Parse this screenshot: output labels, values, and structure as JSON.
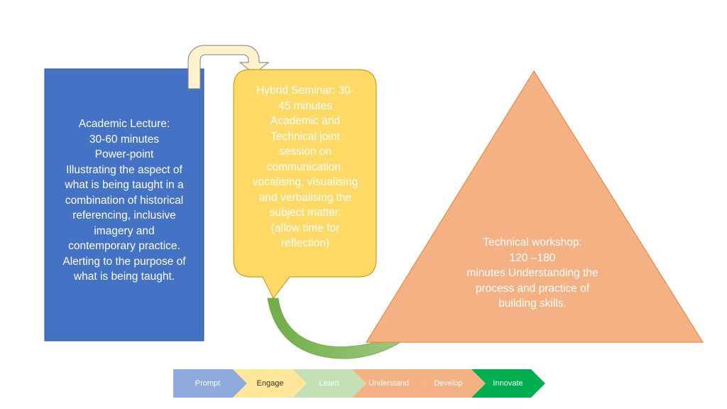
{
  "lecture": {
    "lines": [
      "Academic Lecture:",
      "30-60 minutes",
      "Power-point",
      "Illustrating the aspect of",
      "what is being taught in a",
      "combination of historical",
      "referencing, inclusive",
      "imagery and",
      "contemporary practice.",
      "Alerting to the purpose of",
      "what is being taught."
    ],
    "color": "#4472C4"
  },
  "seminar": {
    "lines": [
      "Hybrid Seminar: 30-",
      "45 minutes",
      "Academic and",
      "Technical joint",
      "session on",
      "communication.",
      "vocalising, visualising",
      "and verbalising the",
      "subject matter.",
      "(allow time for",
      "reflection)"
    ],
    "color": "#FFD966"
  },
  "workshop": {
    "lines": [
      "Technical workshop:",
      "120 –180",
      "minutes Understanding the",
      "process and practice of",
      "building skills."
    ],
    "color": "#F4B183"
  },
  "process_steps": [
    {
      "label": "Prompt",
      "fill": "#8FAADC",
      "text_color": "#ffffff"
    },
    {
      "label": "Engage",
      "fill": "#FFE699",
      "text_color": "#333333"
    },
    {
      "label": "Learn",
      "fill": "#C5E0B4",
      "text_color": "#ffffff"
    },
    {
      "label": "Understand",
      "fill": "#F4B183",
      "text_color": "#ffffff"
    },
    {
      "label": "Develop",
      "fill": "#F4B183",
      "text_color": "#ffffff"
    },
    {
      "label": "Innovate",
      "fill": "#00B050",
      "text_color": "#ffffff"
    }
  ],
  "connector_colors": {
    "u_arrow": "#FFF2CC",
    "curved_arrow_dark": "#70AD47",
    "curved_arrow_light": "#A9D18E"
  }
}
